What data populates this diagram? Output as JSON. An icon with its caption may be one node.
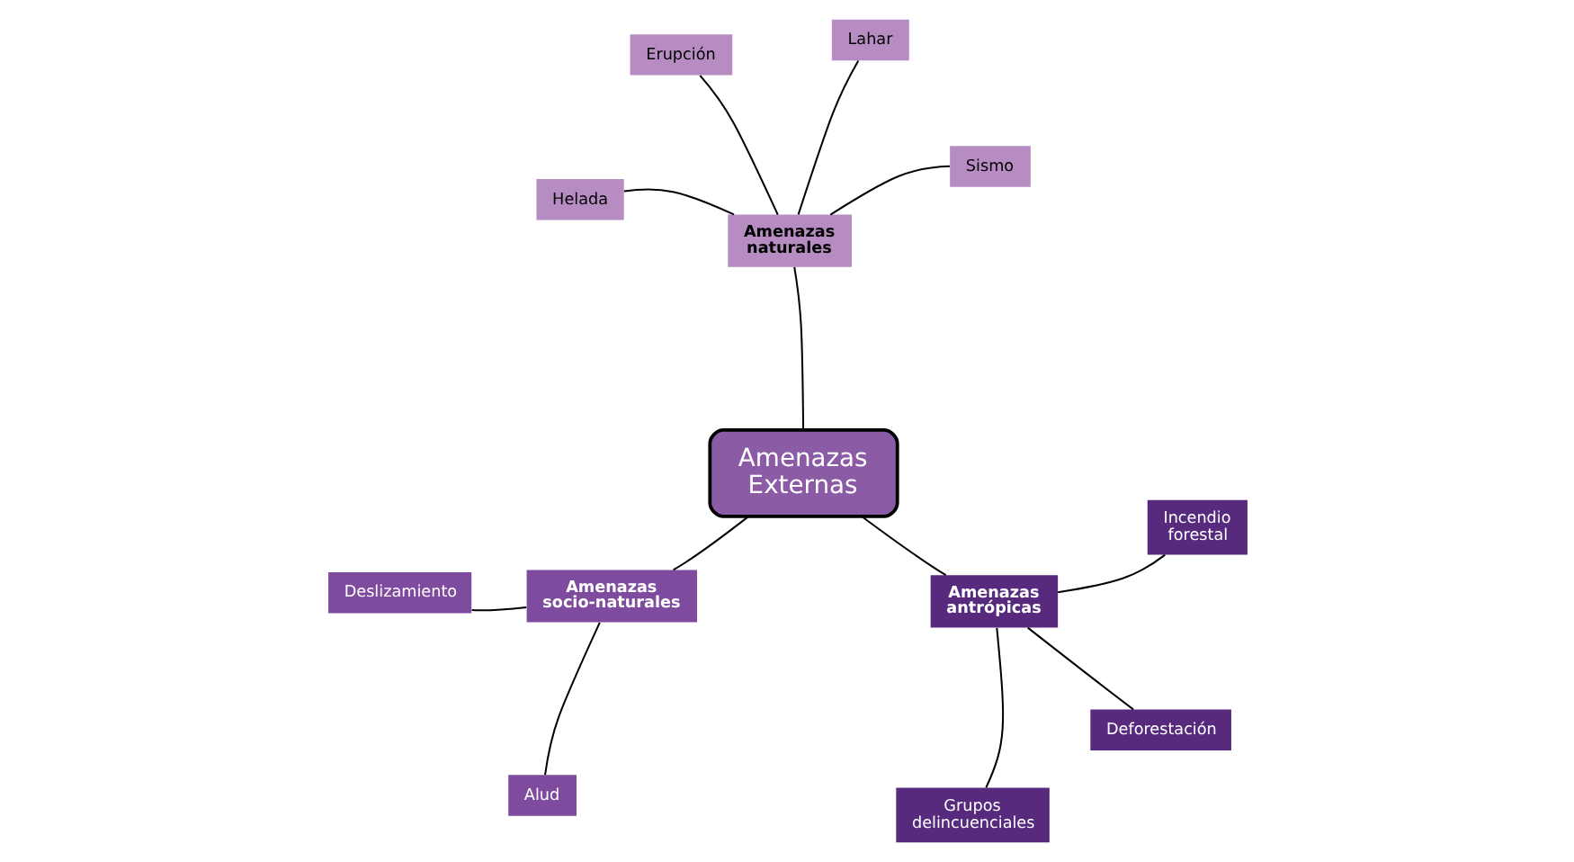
{
  "diagram": {
    "nodes": [
      {
        "text": [
          "Amenazas Externas"
        ]
      },
      {
        "text": [
          "Amenazas naturales"
        ]
      },
      {
        "text": [
          "Sismo"
        ]
      },
      {
        "text": [
          "Erupción"
        ]
      },
      {
        "text": [
          "Lahar"
        ]
      },
      {
        "text": [
          "Helada"
        ]
      },
      {
        "text": [
          "Amenazas socio-naturales"
        ]
      },
      {
        "text": [
          "Alud"
        ]
      },
      {
        "text": [
          "Deslizamiento"
        ]
      },
      {
        "text": [
          "Amenazas antrópicas"
        ]
      },
      {
        "text": [
          "Deforestación"
        ]
      },
      {
        "text": [
          "Grupos delincuenciales"
        ]
      },
      {
        "text": [
          "Incendio forestal"
        ]
      }
    ],
    "edges": [
      {
        "from": 0,
        "to": 1,
        "arrow": "none"
      },
      {
        "from": 1,
        "to": 2,
        "arrow": "none"
      },
      {
        "from": 1,
        "to": 3,
        "arrow": "none"
      },
      {
        "from": 1,
        "to": 4,
        "arrow": "none"
      },
      {
        "from": 1,
        "to": 5,
        "arrow": "none"
      },
      {
        "from": 0,
        "to": 6,
        "arrow": "none"
      },
      {
        "from": 6,
        "to": 7,
        "arrow": "none"
      },
      {
        "from": 6,
        "to": 8,
        "arrow": "none"
      },
      {
        "from": 0,
        "to": 9,
        "arrow": "none"
      },
      {
        "from": 9,
        "to": 10,
        "arrow": "none"
      },
      {
        "from": 9,
        "to": 11,
        "arrow": "none"
      },
      {
        "from": 9,
        "to": 12,
        "arrow": "none"
      }
    ]
  }
}
